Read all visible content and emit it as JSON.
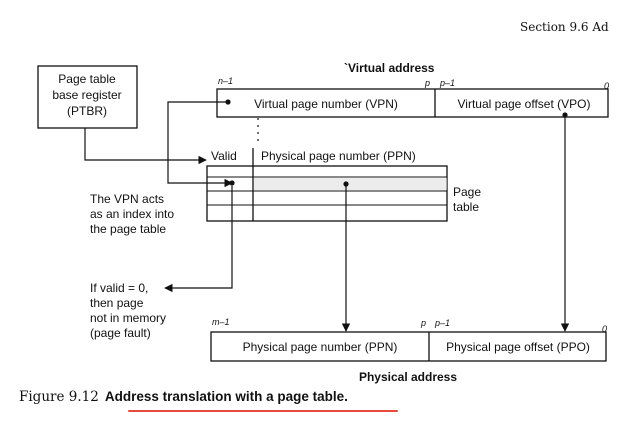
{
  "header": {
    "section_text": "Section 9.6  Ad"
  },
  "virtual_address": {
    "title": "`Virtual address",
    "vpn_label": "Virtual page number (VPN)",
    "vpo_label": "Virtual page offset (VPO)",
    "bit_n1": "n–1",
    "bit_p": "p",
    "bit_p1": "p–1",
    "bit_0": "0"
  },
  "ptbr": {
    "line1": "Page table",
    "line2": "base register",
    "line3": "(PTBR)"
  },
  "page_table": {
    "valid_label": "Valid",
    "ppn_label": "Physical page number (PPN)",
    "side_line1": "Page",
    "side_line2": "table"
  },
  "notes": {
    "vpn_index": [
      "The VPN acts",
      "as an index into",
      "the page table"
    ],
    "valid_zero": [
      "If valid = 0,",
      "then page",
      "not in memory",
      "(page fault)"
    ]
  },
  "physical_address": {
    "title": "Physical address",
    "ppn_label": "Physical page number (PPN)",
    "ppo_label": "Physical page offset (PPO)",
    "bit_m1": "m–1",
    "bit_p": "p",
    "bit_p1": "p–1",
    "bit_0": "0"
  },
  "caption": {
    "figure_num": "Figure 9.12",
    "title": "Address translation with a page table."
  },
  "colors": {
    "ink": "#111111",
    "underline": "#e64a3a"
  }
}
